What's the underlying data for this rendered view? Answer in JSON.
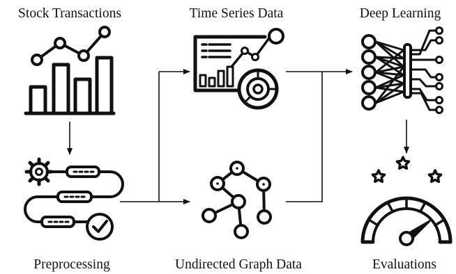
{
  "labels": {
    "stock": "Stock Transactions",
    "time_series": "Time Series Data",
    "deep_learning": "Deep Learning",
    "preprocessing": "Preprocessing",
    "graph": "Undirected Graph Data",
    "evaluations": "Evaluations"
  },
  "icons": {
    "stock": "bar-line-chart-icon",
    "time_series": "dashboard-chart-icon",
    "deep_learning": "neural-network-icon",
    "preprocessing": "process-pipeline-icon",
    "graph": "undirected-graph-icon",
    "evaluations": "rating-gauge-icon"
  },
  "colors": {
    "ink": "#111111",
    "background": "#ffffff"
  }
}
